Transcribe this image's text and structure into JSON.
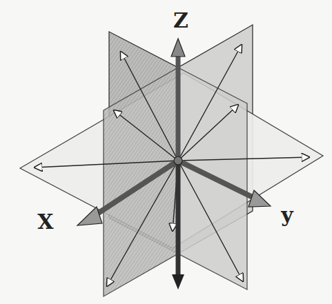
{
  "diagram": {
    "labels": [
      "Z",
      "X",
      "y"
    ]
  }
}
